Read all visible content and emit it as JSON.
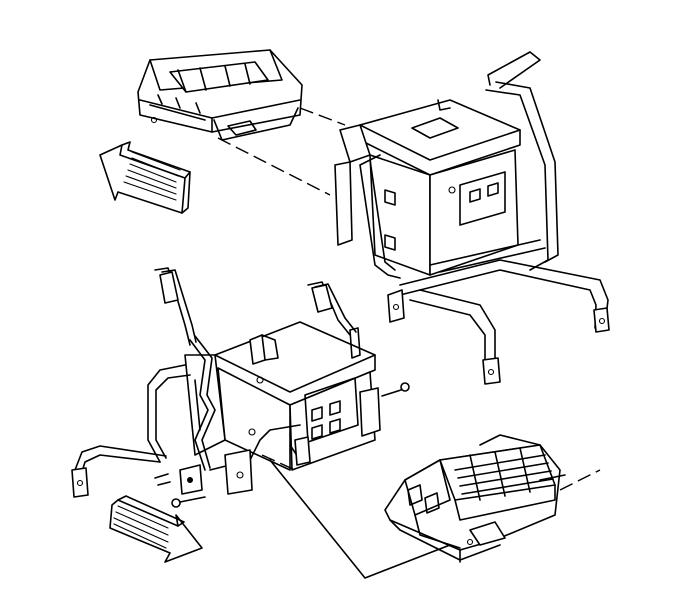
{
  "diagram": {
    "components": [
      {
        "id": "module-upper",
        "icon": "electronic-module-icon"
      },
      {
        "id": "module-lower",
        "icon": "electronic-module-icon"
      },
      {
        "id": "bracket-upper",
        "icon": "mounting-bracket-icon"
      },
      {
        "id": "bracket-lower",
        "icon": "mounting-bracket-icon"
      },
      {
        "id": "arrow-upper",
        "icon": "direction-arrow-left-icon"
      },
      {
        "id": "arrow-lower",
        "icon": "direction-arrow-right-icon"
      },
      {
        "id": "bolt-upper",
        "icon": "bolt-icon"
      },
      {
        "id": "bolt-lower",
        "icon": "bolt-icon"
      }
    ],
    "colors": {
      "line": "#000000",
      "background": "#ffffff"
    }
  }
}
